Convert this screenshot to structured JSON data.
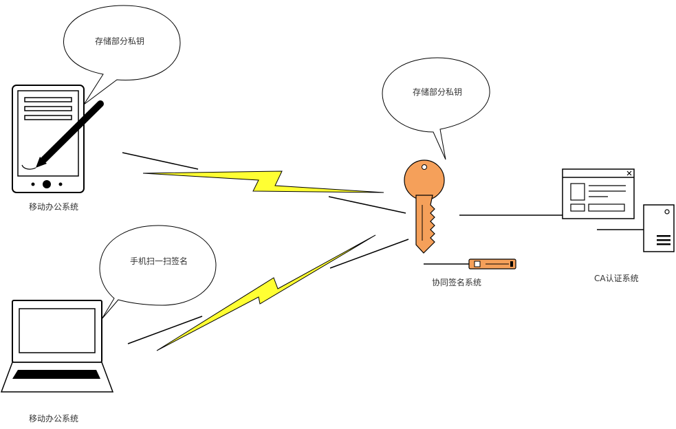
{
  "bubbles": {
    "phone_note": "存储部分私钥",
    "key_note": "存储部分私钥",
    "laptop_note": "手机扫一扫签名"
  },
  "labels": {
    "phone": "移动办公系统",
    "laptop": "移动办公系统",
    "cosign": "协同签名系统",
    "ca": "CA认证系统"
  },
  "colors": {
    "bolt": "#ffff33",
    "key": "#f5a05a",
    "outline": "#000000"
  }
}
